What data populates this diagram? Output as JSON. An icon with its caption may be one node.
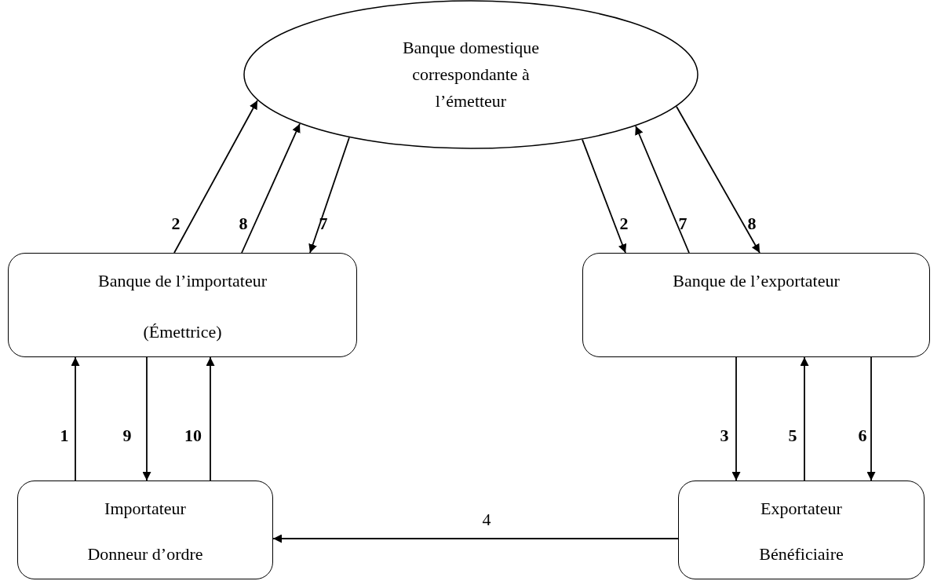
{
  "diagram": {
    "nodes": [
      {
        "text": [
          "Banque domestique correspondante à l’émetteur"
        ]
      },
      {
        "text": [
          "Banque de l’importateur",
          "(Émettrice)"
        ]
      },
      {
        "text": [
          "Banque de l’exportateur"
        ]
      },
      {
        "text": [
          "Importateur",
          "Donneur d’ordre"
        ]
      },
      {
        "text": [
          "Exportateur",
          "Bénéficiaire"
        ]
      }
    ],
    "edges": [
      {
        "from": 1,
        "to": 0,
        "arrow": "to",
        "label": "2"
      },
      {
        "from": 1,
        "to": 0,
        "arrow": "to",
        "label": "8"
      },
      {
        "from": 0,
        "to": 1,
        "arrow": "to",
        "label": "7"
      },
      {
        "from": 0,
        "to": 2,
        "arrow": "to",
        "label": "2"
      },
      {
        "from": 2,
        "to": 0,
        "arrow": "to",
        "label": "7"
      },
      {
        "from": 0,
        "to": 2,
        "arrow": "to",
        "label": "8"
      },
      {
        "from": 3,
        "to": 1,
        "arrow": "to",
        "label": "1"
      },
      {
        "from": 1,
        "to": 3,
        "arrow": "to",
        "label": "9"
      },
      {
        "from": 3,
        "to": 1,
        "arrow": "to",
        "label": "10"
      },
      {
        "from": 2,
        "to": 4,
        "arrow": "to",
        "label": "3"
      },
      {
        "from": 4,
        "to": 2,
        "arrow": "to",
        "label": "5"
      },
      {
        "from": 2,
        "to": 4,
        "arrow": "to",
        "label": "6"
      },
      {
        "from": 4,
        "to": 3,
        "arrow": "to",
        "label": "4"
      }
    ]
  }
}
